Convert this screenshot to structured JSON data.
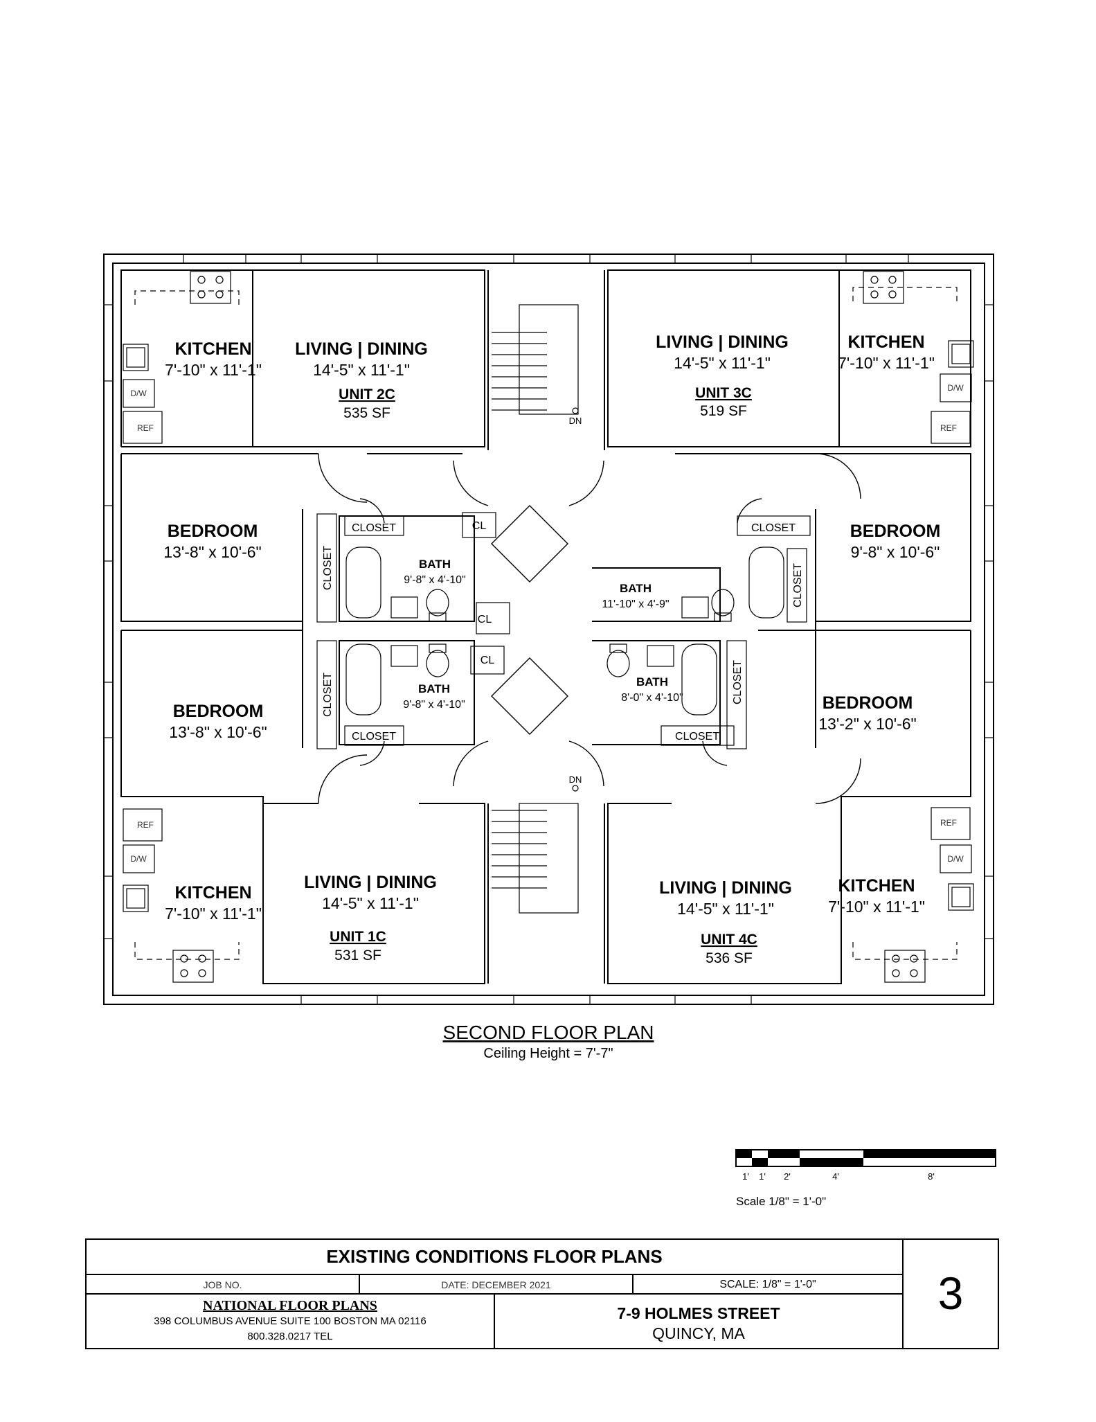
{
  "units": [
    {
      "id": "2C",
      "unit_label": "UNIT 2C",
      "area": "535 SF",
      "kitchen": {
        "name": "KITCHEN",
        "dim": "7'-10\" x 11'-1\""
      },
      "living": {
        "name": "LIVING | DINING",
        "dim": "14'-5\" x 11'-1\""
      },
      "bedroom": {
        "name": "BEDROOM",
        "dim": "13'-8\" x 10'-6\""
      },
      "bath": {
        "name": "BATH",
        "dim": "9'-8\" x 4'-10\""
      }
    },
    {
      "id": "3C",
      "unit_label": "UNIT 3C",
      "area": "519 SF",
      "kitchen": {
        "name": "KITCHEN",
        "dim": "7'-10\" x 11'-1\""
      },
      "living": {
        "name": "LIVING | DINING",
        "dim": "14'-5\" x 11'-1\""
      },
      "bedroom": {
        "name": "BEDROOM",
        "dim": "9'-8\" x 10'-6\""
      },
      "bath": {
        "name": "BATH",
        "dim": "11'-10\" x 4'-9\""
      }
    },
    {
      "id": "1C",
      "unit_label": "UNIT 1C",
      "area": "531 SF",
      "kitchen": {
        "name": "KITCHEN",
        "dim": "7'-10\" x 11'-1\""
      },
      "living": {
        "name": "LIVING | DINING",
        "dim": "14'-5\" x 11'-1\""
      },
      "bedroom": {
        "name": "BEDROOM",
        "dim": "13'-8\" x 10'-6\""
      },
      "bath": {
        "name": "BATH",
        "dim": "9'-8\" x 4'-10\""
      }
    },
    {
      "id": "4C",
      "unit_label": "UNIT 4C",
      "area": "536 SF",
      "kitchen": {
        "name": "KITCHEN",
        "dim": "7'-10\" x 11'-1\""
      },
      "living": {
        "name": "LIVING | DINING",
        "dim": "14'-5\" x 11'-1\""
      },
      "bedroom": {
        "name": "BEDROOM",
        "dim": "13'-2\" x 10'-6\""
      },
      "bath": {
        "name": "BATH",
        "dim": "8'-0\" x 4'-10\""
      }
    }
  ],
  "labels": {
    "closet": "CLOSET",
    "cl": "CL",
    "dn": "DN",
    "dw": "D/W",
    "ref": "REF"
  },
  "plan": {
    "title": "SECOND FLOOR PLAN",
    "ceiling": "Ceiling Height = 7'-7\""
  },
  "scale_bar": {
    "ticks": [
      "1'",
      "1'",
      "2'",
      "4'",
      "8'"
    ],
    "caption": "Scale  1/8\" = 1'-0\""
  },
  "title_block": {
    "heading": "EXISTING CONDITIONS FLOOR PLANS",
    "job": "JOB NO.",
    "date": "DATE: DECEMBER 2021",
    "scale": "SCALE: 1/8\" = 1'-0\"",
    "company": "NATIONAL FLOOR PLANS",
    "company_address": "398 COLUMBUS AVENUE SUITE 100 BOSTON MA 02116",
    "company_tel": "800.328.0217 TEL",
    "street": "7-9 HOLMES STREET",
    "city": "QUINCY, MA",
    "sheet": "3"
  }
}
